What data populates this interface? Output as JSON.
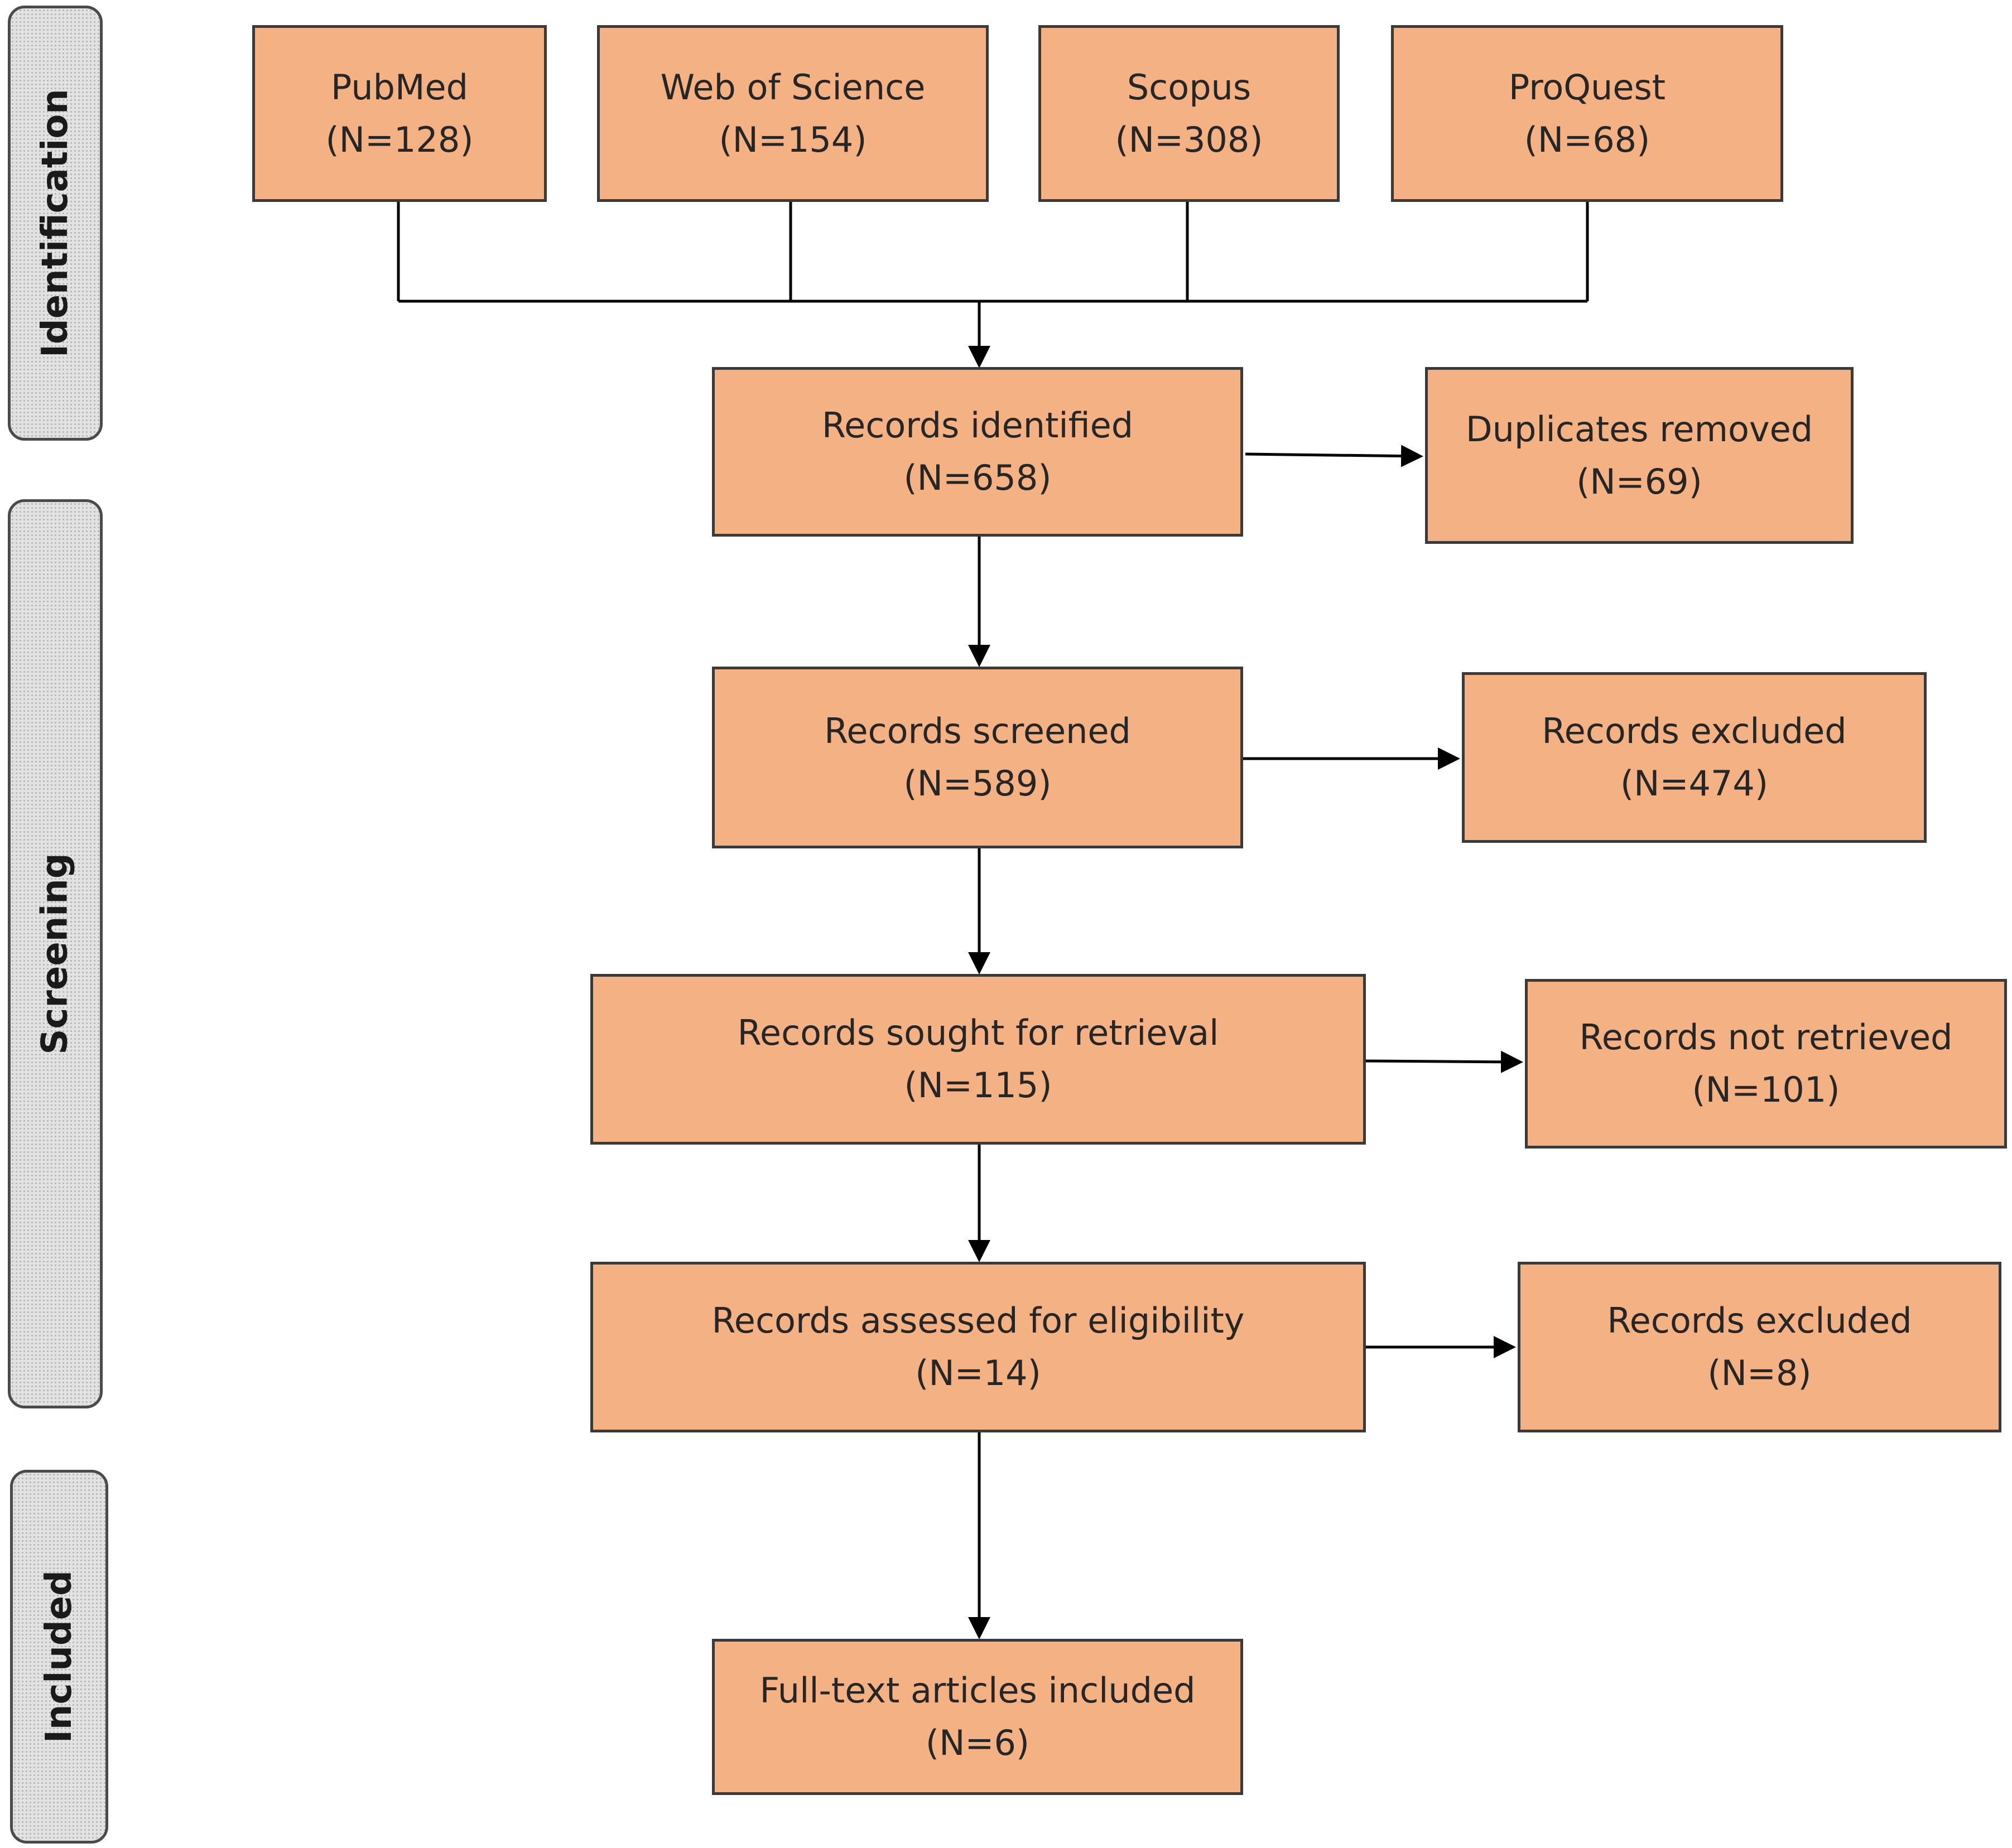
{
  "phases": {
    "identification": "Identification",
    "screening": "Screening",
    "included": "Included"
  },
  "sources": [
    {
      "name": "PubMed",
      "count": "(N=128)"
    },
    {
      "name": "Web of Science",
      "count": "(N=154)"
    },
    {
      "name": "Scopus",
      "count": "(N=308)"
    },
    {
      "name": "ProQuest",
      "count": "(N=68)"
    }
  ],
  "main_flow": {
    "identified": {
      "label": "Records identified",
      "count": "(N=658)"
    },
    "screened": {
      "label": "Records screened",
      "count": "(N=589)"
    },
    "sought": {
      "label": "Records sought for retrieval",
      "count": "(N=115)"
    },
    "assessed": {
      "label": "Records assessed for eligibility",
      "count": "(N=14)"
    },
    "included": {
      "label": "Full-text articles included",
      "count": "(N=6)"
    }
  },
  "side_flow": {
    "duplicates": {
      "label": "Duplicates removed",
      "count": "(N=69)"
    },
    "excluded_screening": {
      "label": "Records excluded",
      "count": "(N=474)"
    },
    "not_retrieved": {
      "label": "Records not retrieved",
      "count": "(N=101)"
    },
    "excluded_eligibility": {
      "label": "Records excluded",
      "count": "(N=8)"
    }
  },
  "colors": {
    "box_fill": "#f4b183",
    "box_border": "#3a3a3a",
    "connector": "#000000",
    "phase_fill": "#e2e2e2"
  }
}
